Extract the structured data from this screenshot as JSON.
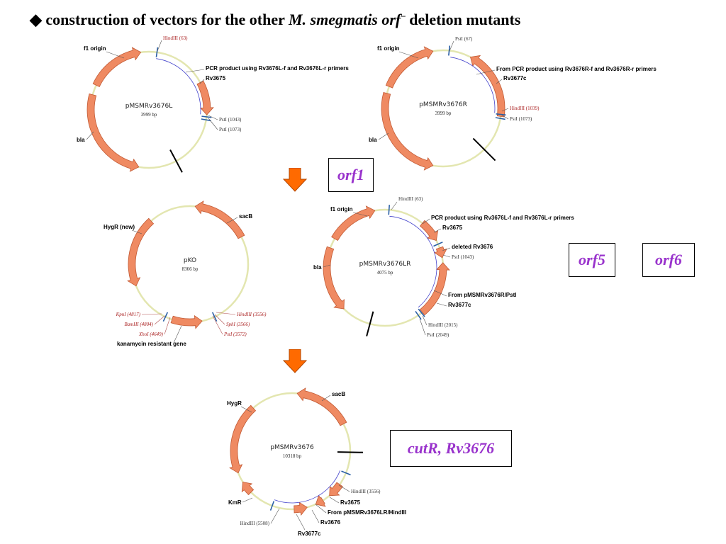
{
  "title": {
    "bullet": "◆",
    "text_before": "construction of vectors for the  other",
    "species_genus": "M.",
    "species_name": "smegmatis orf",
    "superscript": "–",
    "text_after": "deletion mutants"
  },
  "colors": {
    "backbone": "#e3e6b0",
    "feature_fill": "#ef8a62",
    "feature_stroke": "#c25a34",
    "line_blue": "#4444cc",
    "site_mark": "#2a5fa5",
    "site_label_red": "#aa2222",
    "box_text": "#9933cc",
    "arrow_fill": "#ff6a00"
  },
  "boxes": [
    {
      "id": "orf1",
      "text": "orf1"
    },
    {
      "id": "orf5",
      "text": "orf5"
    },
    {
      "id": "orf6",
      "text": "orf6"
    },
    {
      "id": "cutR",
      "text": "cutR, Rv3676"
    }
  ],
  "plasmids": [
    {
      "id": "pMSMRv3676L",
      "name": "pMSMRv3676L",
      "size": "3999 bp",
      "features": [
        {
          "label": "f1 origin"
        },
        {
          "label": "PCR product using Rv3676L-f and Rv3676L-r primers"
        },
        {
          "label": "Rv3675"
        },
        {
          "label": "bla"
        }
      ],
      "sites": [
        {
          "label": "HindIII (63)"
        },
        {
          "label": "PstI (1043)"
        },
        {
          "label": "PstI (1073)"
        }
      ]
    },
    {
      "id": "pMSMRv3676R",
      "name": "pMSMRv3676R",
      "size": "3999 bp",
      "features": [
        {
          "label": "f1 origin"
        },
        {
          "label": "From PCR product using Rv3676R-f and Rv3676R-r primers"
        },
        {
          "label": "Rv3677c"
        },
        {
          "label": "bla"
        }
      ],
      "sites": [
        {
          "label": "PstI (67)"
        },
        {
          "label": "HindIII (1039)"
        },
        {
          "label": "PstI (1073)"
        }
      ]
    },
    {
      "id": "pKO",
      "name": "pKO",
      "size": "8366 bp",
      "features": [
        {
          "label": "sacB"
        },
        {
          "label": "HygR (new)"
        },
        {
          "label": "kanamycin resistant gene"
        }
      ],
      "sites": [
        {
          "label": "KpnI (4817)"
        },
        {
          "label": "BamHI (4804)"
        },
        {
          "label": "XhoI (4649)"
        },
        {
          "label": "HindIII (3556)"
        },
        {
          "label": "SphI (3566)"
        },
        {
          "label": "PstI (3572)"
        }
      ]
    },
    {
      "id": "pMSMRv3676LR",
      "name": "pMSMRv3676LR",
      "size": "4075 bp",
      "features": [
        {
          "label": "f1 origin"
        },
        {
          "label": "PCR product using Rv3676L-f and Rv3676L-r primers"
        },
        {
          "label": "Rv3675"
        },
        {
          "label": "deleted Rv3676"
        },
        {
          "label": "From pMSMRv3676R/PstI"
        },
        {
          "label": "Rv3677c"
        },
        {
          "label": "bla"
        }
      ],
      "sites": [
        {
          "label": "HindIII (63)"
        },
        {
          "label": "PstI (1043)"
        },
        {
          "label": "HindIII (2015)"
        },
        {
          "label": "PstI (2049)"
        }
      ]
    },
    {
      "id": "pMSMRv3676",
      "name": "pMSMRv3676",
      "size": "10318 bp",
      "features": [
        {
          "label": "sacB"
        },
        {
          "label": "HygR"
        },
        {
          "label": "KmR"
        },
        {
          "label": "Rv3675"
        },
        {
          "label": "From pMSMRv3676LR/HindIII"
        },
        {
          "label": "Rv3676"
        },
        {
          "label": "Rv3677c"
        }
      ],
      "sites": [
        {
          "label": "HindIII (3556)"
        },
        {
          "label": "HindIII (5508)"
        }
      ]
    }
  ]
}
